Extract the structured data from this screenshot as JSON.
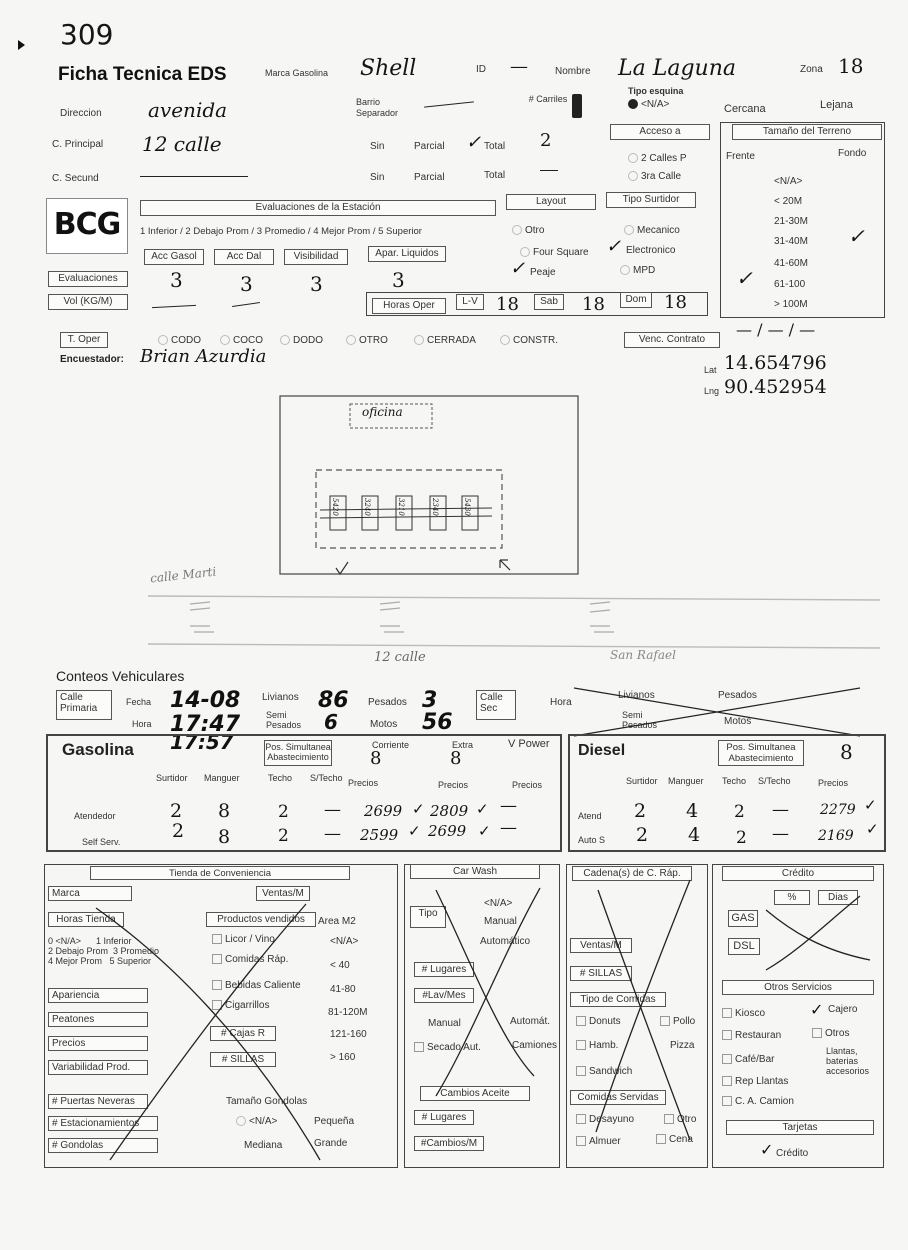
{
  "page_number": "309",
  "header": {
    "title": "Ficha Tecnica EDS",
    "marca_label": "Marca Gasolina",
    "marca_value": "Shell",
    "id_label": "ID",
    "id_value": "—",
    "nombre_label": "Nombre",
    "nombre_value": "La Laguna",
    "zona_label": "Zona",
    "zona_value": "18"
  },
  "address": {
    "direccion_label": "Direccion",
    "direccion_value": "avenida",
    "principal_label": "C. Principal",
    "principal_value": "12 calle",
    "secundaria_label": "C. Secund",
    "barrio_label": "Barrio Separador",
    "sin": "Sin",
    "parcial": "Parcial",
    "total": "Total",
    "carriles_label": "# Carriles",
    "carriles_value": "2",
    "tipo_esquina_label": "Tipo esquina",
    "tipo_esquina_value": "<N/A>",
    "acceso_label": "Acceso a",
    "dos_calles": "2 Calles P",
    "tres_calle": "3ra Calle",
    "cercana": "Cercana",
    "lejana": "Lejana"
  },
  "terreno": {
    "title": "Tamaño del Terreno",
    "frente": "Frente",
    "fondo": "Fondo",
    "options": [
      "<N/A>",
      "< 20M",
      "21-30M",
      "31-40M",
      "41-60M",
      "61-100",
      "> 100M"
    ]
  },
  "evaluaciones": {
    "title": "Evaluaciones de la Estación",
    "scale": "1 Inferior / 2 Debajo Prom / 3 Promedio / 4 Mejor Prom / 5 Superior",
    "labels": [
      "Acc Gasol",
      "Acc Dal",
      "Visibilidad",
      "Apar. Liquidos"
    ],
    "values": [
      "3",
      "3",
      "3",
      "3"
    ],
    "evaluaciones_btn": "Evaluaciones",
    "vol_btn": "Vol (KG/M)",
    "logo": "BCG"
  },
  "layout": {
    "layout_btn": "Layout",
    "tipo_surtidor_btn": "Tipo Surtidor",
    "otro": "Otro",
    "four_square": "Four Square",
    "peaje": "Peaje",
    "mecanico": "Mecanico",
    "electronico": "Electronico",
    "mpd": "MPD"
  },
  "horas": {
    "label": "Horas Oper",
    "lv_label": "L-V",
    "lv_value": "18",
    "sab_label": "Sab",
    "sab_value": "18",
    "dom_label": "Dom",
    "dom_value": "18"
  },
  "operacion": {
    "label": "T. Oper",
    "options": [
      "CODO",
      "COCO",
      "DODO",
      "OTRO",
      "CERRADA",
      "CONSTR."
    ],
    "venc_label": "Venc. Contrato",
    "venc_value": "— / — / —",
    "encuestador_label": "Encuestador:",
    "encuestador_value": "Brian Azurdia",
    "lat_label": "Lat",
    "lat_value": "14.654796",
    "lng_label": "Lng",
    "lng_value": "90.452954"
  },
  "sketch": {
    "oficina": "oficina",
    "calle_left": "calle Marti",
    "calle_bottom": "12 calle",
    "calle_right": "San Rafael",
    "pumps": [
      "5420",
      "3240",
      "3210",
      "2340",
      "5430"
    ]
  },
  "conteos": {
    "title": "Conteos Vehiculares",
    "calle_primaria": "Calle Primaria",
    "fecha_label": "Fecha",
    "fecha_value": "14-08",
    "hora_label": "Hora",
    "hora_value": "17:47",
    "hora_value2": "17:57",
    "livianos_label": "Livianos",
    "livianos_value": "86",
    "semi_label": "Semi Pesados",
    "semi_value": "6",
    "pesados_label": "Pesados",
    "pesados_value": "3",
    "motos_label": "Motos",
    "motos_value": "56",
    "calle_sec": "Calle Sec",
    "hora2_label": "Hora",
    "livianos2": "Livianos",
    "pesados2": "Pesados",
    "semi2": "Semi Pesados",
    "motos2": "Motos"
  },
  "gasolina": {
    "title": "Gasolina",
    "pos_label": "Pos. Simultanea Abastecimiento",
    "corriente_label": "Corriente",
    "corriente_value": "8",
    "extra_label": "Extra",
    "extra_value": "8",
    "vpower_label": "V Power",
    "cols": [
      "Surtidor",
      "Manguer",
      "Techo",
      "S/Techo",
      "Precios",
      "Precios",
      "Precios"
    ],
    "rows": [
      {
        "label": "Atendedor",
        "surtidor": "2",
        "manguer": "8",
        "techo": "2",
        "stecho": "—",
        "p1": "2699",
        "p2": "2809",
        "p3": "—"
      },
      {
        "label": "Self Serv.",
        "surtidor": "2",
        "manguer": "8",
        "techo": "2",
        "stecho": "—",
        "p1": "2599",
        "p2": "2699",
        "p3": "—"
      }
    ]
  },
  "diesel": {
    "title": "Diesel",
    "pos_label": "Pos. Simultanea Abastecimiento",
    "pos_value": "8",
    "cols": [
      "Surtidor",
      "Manguer",
      "Techo",
      "S/Techo",
      "Precios"
    ],
    "rows": [
      {
        "label": "Atend",
        "surtidor": "2",
        "manguer": "4",
        "techo": "2",
        "stecho": "—",
        "precio": "2279"
      },
      {
        "label": "Auto S",
        "surtidor": "2",
        "manguer": "4",
        "techo": "2",
        "stecho": "—",
        "precio": "2169"
      }
    ]
  },
  "tienda": {
    "title": "Tienda de Conveniencia",
    "marca": "Marca",
    "ventas": "Ventas/M",
    "horas": "Horas Tienda",
    "productos": "Productos vendidos",
    "area": "Area M2",
    "scale1": "0 <N/A>      1 Inferior",
    "scale2": "2 Debajo Prom  3 Promedio",
    "scale3": "4 Mejor Prom   5 Superior",
    "productos_list": [
      "Licor / Vino",
      "Comidas Ráp.",
      "Bebidas Caliente",
      "Cigarrillos"
    ],
    "area_list": [
      "<N/A>",
      "< 40",
      "41-80",
      "81-120M",
      "121-160",
      "> 160"
    ],
    "left_buttons": [
      "Apariencia",
      "Peatones",
      "Precios",
      "Variabilidad Prod."
    ],
    "cajas": "# Cajas R",
    "sillas": "# SILLAS",
    "bottom_buttons": [
      "# Puertas Neveras",
      "# Estacionamientos",
      "# Gondolas"
    ],
    "gondolas_title": "Tamaño Gondolas",
    "gondolas": [
      "<N/A>",
      "Pequeña",
      "Mediana",
      "Grande"
    ]
  },
  "car_wash": {
    "title": "Car Wash",
    "tipo": "Tipo",
    "options": [
      "<N/A>",
      "Manual",
      "Automático"
    ],
    "lugares": "# Lugares",
    "lav_mes": "#Lav/Mes",
    "manual": "Manual",
    "automat": "Automát.",
    "secado": "Secado Aut.",
    "camiones": "Camiones",
    "cambios_title": "Cambios Aceite",
    "cambios_lugares": "# Lugares",
    "cambios_mes": "#Cambios/M"
  },
  "cadenas": {
    "title": "Cadena(s) de C. Ráp.",
    "ventas": "Ventas/M",
    "sillas": "# SILLAS",
    "tipo": "Tipo de Comidas",
    "items": [
      "Donuts",
      "Pollo",
      "Hamb.",
      "Pizza",
      "Sandwich"
    ],
    "servidas": "Comidas Servidas",
    "servidas_items": [
      "Desayuno",
      "Otro",
      "Almuer",
      "Cena"
    ]
  },
  "credito": {
    "title": "Crédito",
    "pct": "%",
    "dias": "Dias",
    "gas": "GAS",
    "dsl": "DSL",
    "otros_title": "Otros Servicios",
    "services": [
      "Kiosco",
      "Cajero",
      "Restauran",
      "Otros",
      "Café/Bar",
      "Llantas, baterias accesorios",
      "Rep Llantas",
      "C. A. Camion"
    ],
    "tarjetas": "Tarjetas",
    "credito_check": "Crédito"
  }
}
